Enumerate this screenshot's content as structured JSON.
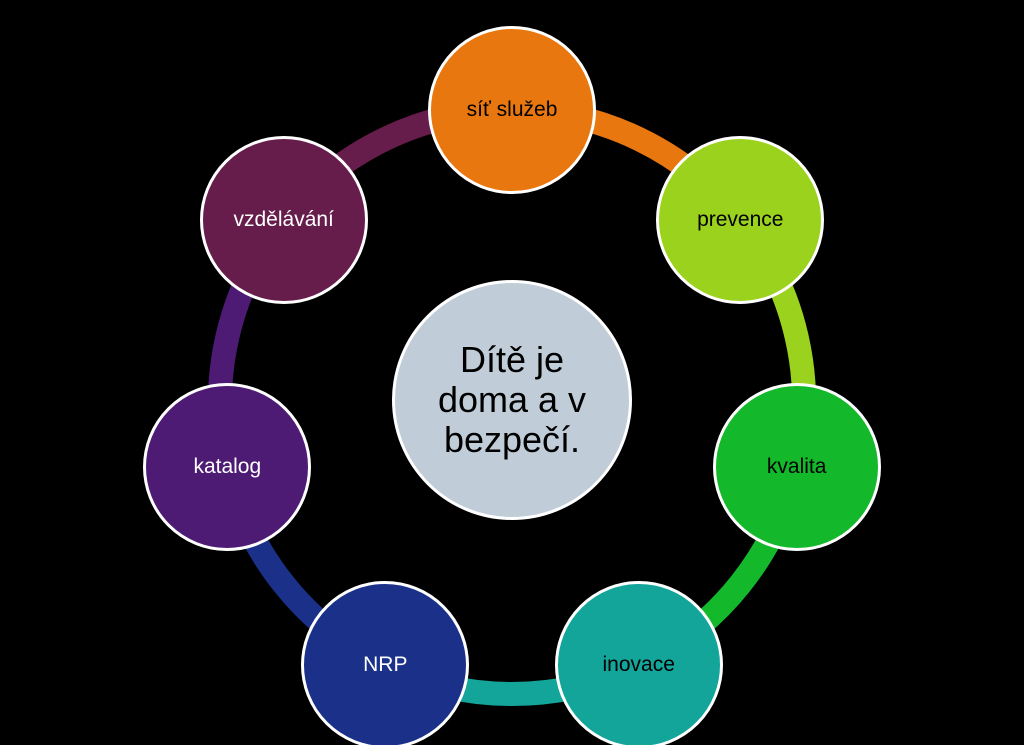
{
  "diagram": {
    "center": {
      "label": "Dítě je doma a v bezpečí.",
      "fill": "#c0cdd8",
      "text_color": "#000000"
    },
    "nodes": [
      {
        "id": "sit-sluzeb",
        "label": "síť služeb",
        "fill": "#e8770f",
        "text_color": "#000000",
        "connector_color": "#e8770f"
      },
      {
        "id": "prevence",
        "label": "prevence",
        "fill": "#9bd21d",
        "text_color": "#000000",
        "connector_color": "#9bd21d"
      },
      {
        "id": "kvalita",
        "label": "kvalita",
        "fill": "#14b82b",
        "text_color": "#000000",
        "connector_color": "#14b82b"
      },
      {
        "id": "inovace",
        "label": "inovace",
        "fill": "#13a59a",
        "text_color": "#000000",
        "connector_color": "#13a59a"
      },
      {
        "id": "nrp",
        "label": "NRP",
        "fill": "#1b3189",
        "text_color": "#ffffff",
        "connector_color": "#1b3189"
      },
      {
        "id": "katalog",
        "label": "katalog",
        "fill": "#4d1b74",
        "text_color": "#ffffff",
        "connector_color": "#4d1b74"
      },
      {
        "id": "vzdelavani",
        "label": "vzdělávání",
        "fill": "#661d4b",
        "text_color": "#ffffff",
        "connector_color": "#661d4b"
      }
    ],
    "background": "#000000"
  }
}
